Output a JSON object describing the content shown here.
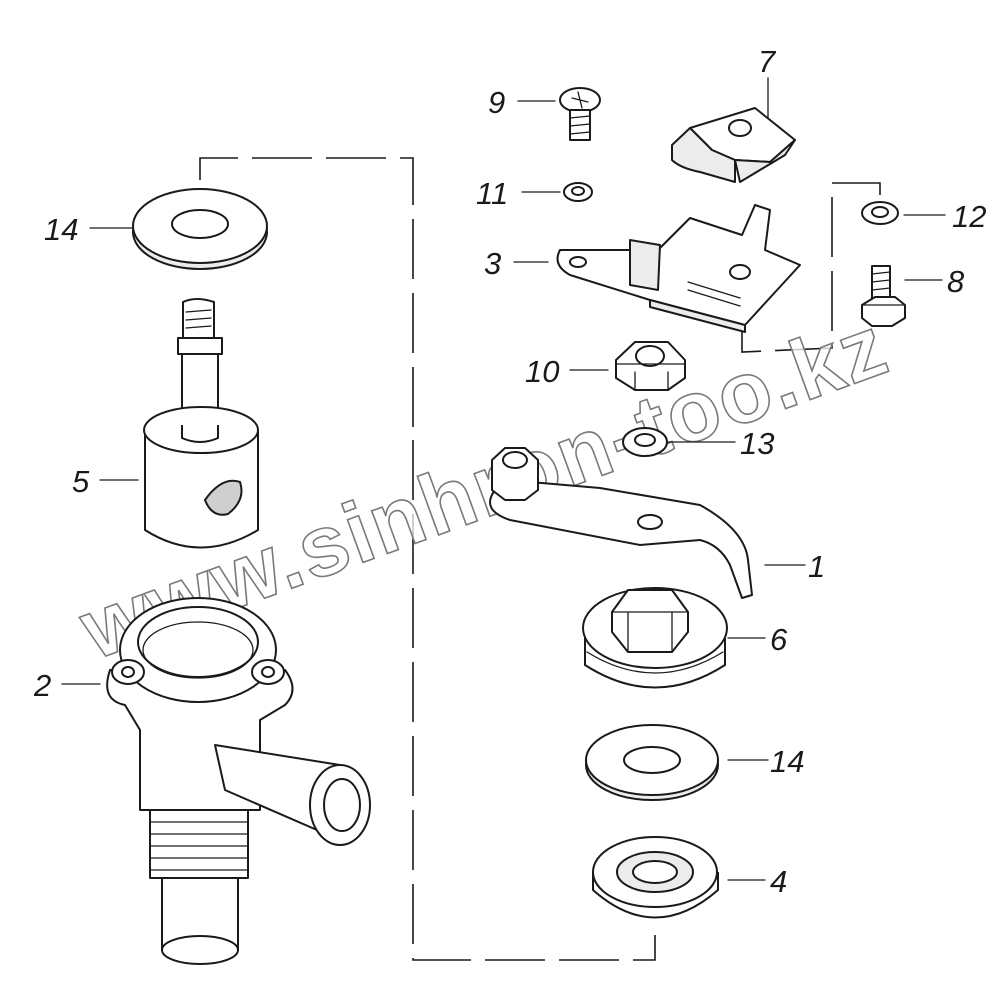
{
  "watermark": "www.sinhron-too.kz",
  "callouts": [
    {
      "id": "label-14-top",
      "text": "14"
    },
    {
      "id": "label-5",
      "text": "5"
    },
    {
      "id": "label-2",
      "text": "2"
    },
    {
      "id": "label-9",
      "text": "9"
    },
    {
      "id": "label-7",
      "text": "7"
    },
    {
      "id": "label-11",
      "text": "11"
    },
    {
      "id": "label-3",
      "text": "3"
    },
    {
      "id": "label-12",
      "text": "12"
    },
    {
      "id": "label-8",
      "text": "8"
    },
    {
      "id": "label-10",
      "text": "10"
    },
    {
      "id": "label-13",
      "text": "13"
    },
    {
      "id": "label-1",
      "text": "1"
    },
    {
      "id": "label-6",
      "text": "6"
    },
    {
      "id": "label-14-bottom",
      "text": "14"
    },
    {
      "id": "label-4",
      "text": "4"
    }
  ]
}
